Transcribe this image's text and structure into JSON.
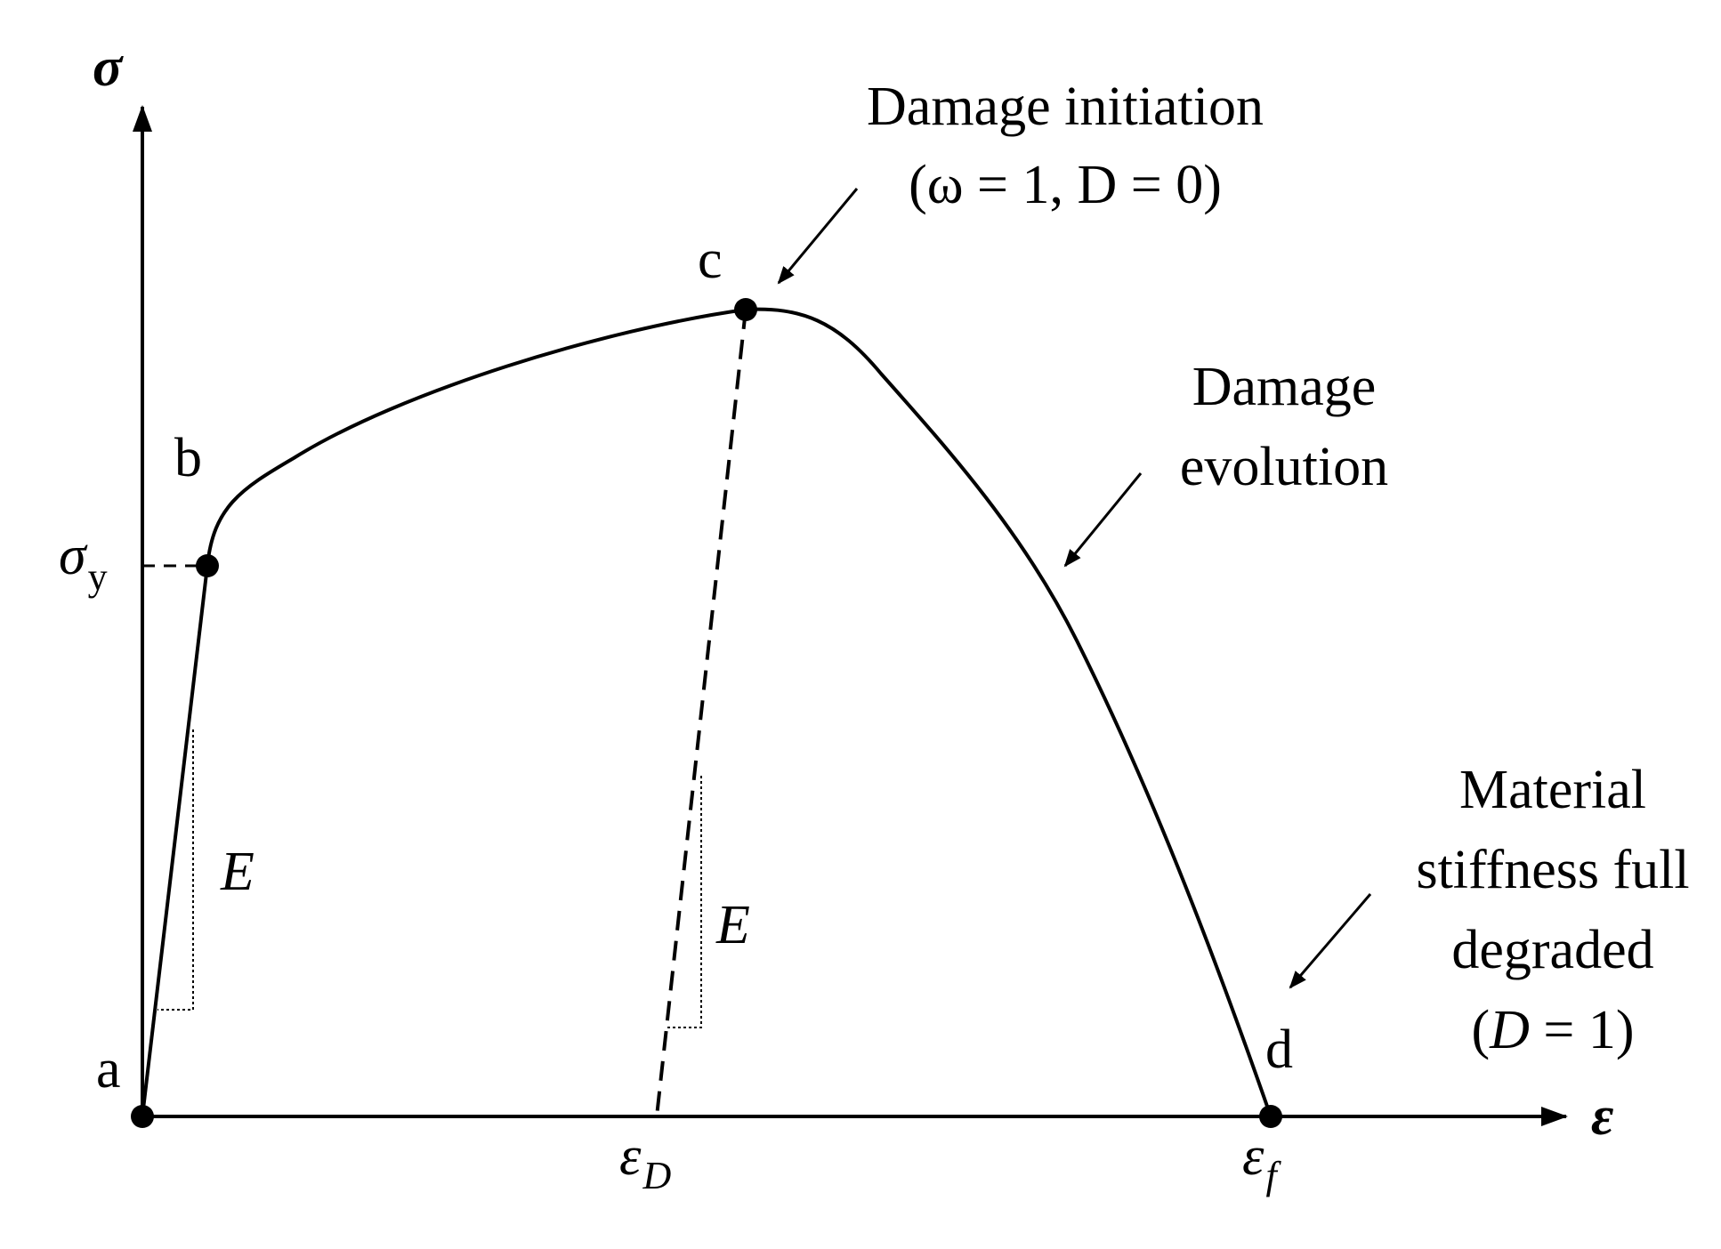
{
  "axes": {
    "y_symbol": "σ",
    "x_symbol": "ε"
  },
  "points": [
    {
      "id": "a",
      "label": "a"
    },
    {
      "id": "b",
      "label": "b"
    },
    {
      "id": "c",
      "label": "c"
    },
    {
      "id": "d",
      "label": "d"
    }
  ],
  "ticks": {
    "sigma_y": {
      "main": "σ",
      "sub": "y"
    },
    "eps_D": {
      "main": "ε",
      "sub": "D"
    },
    "eps_f": {
      "main": "ε",
      "sub": "f"
    }
  },
  "slope_labels": {
    "loading": "E",
    "unloading": "E"
  },
  "annotations": {
    "damage_initiation": {
      "line1": "Damage initiation",
      "line2": "(ω = 1, D = 0)"
    },
    "damage_evolution": {
      "line1": "Damage",
      "line2": "evolution"
    },
    "full_degradation": {
      "line1": "Material",
      "line2": "stiffness full",
      "line3": "degraded",
      "line4_open": "(",
      "line4_var": "D",
      "line4_close": " = 1)"
    }
  },
  "colors": {
    "ink": "#000000",
    "background": "#ffffff"
  }
}
